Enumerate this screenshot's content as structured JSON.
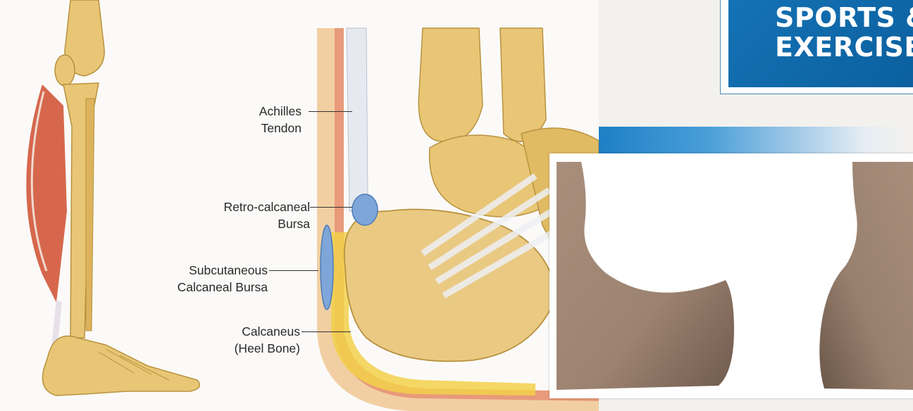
{
  "banner": {
    "line1": "SPORTS &",
    "line2": "EXERCISE"
  },
  "diagram": {
    "labels": {
      "achilles_line1": "Achilles",
      "achilles_line2": "Tendon",
      "retro_line1": "Retro-calcaneal",
      "retro_line2": "Bursa",
      "subcut_line1": "Subcutaneous",
      "subcut_line2": "Calcaneal Bursa",
      "calcaneus_line1": "Calcaneus",
      "calcaneus_line2": "(Heel Bone)"
    }
  },
  "colors": {
    "banner_blue": "#0b66a8",
    "bone": "#e8c676",
    "bursa": "#7ea6d8",
    "muscle": "#d2563a",
    "skin": "#b9a08a"
  }
}
